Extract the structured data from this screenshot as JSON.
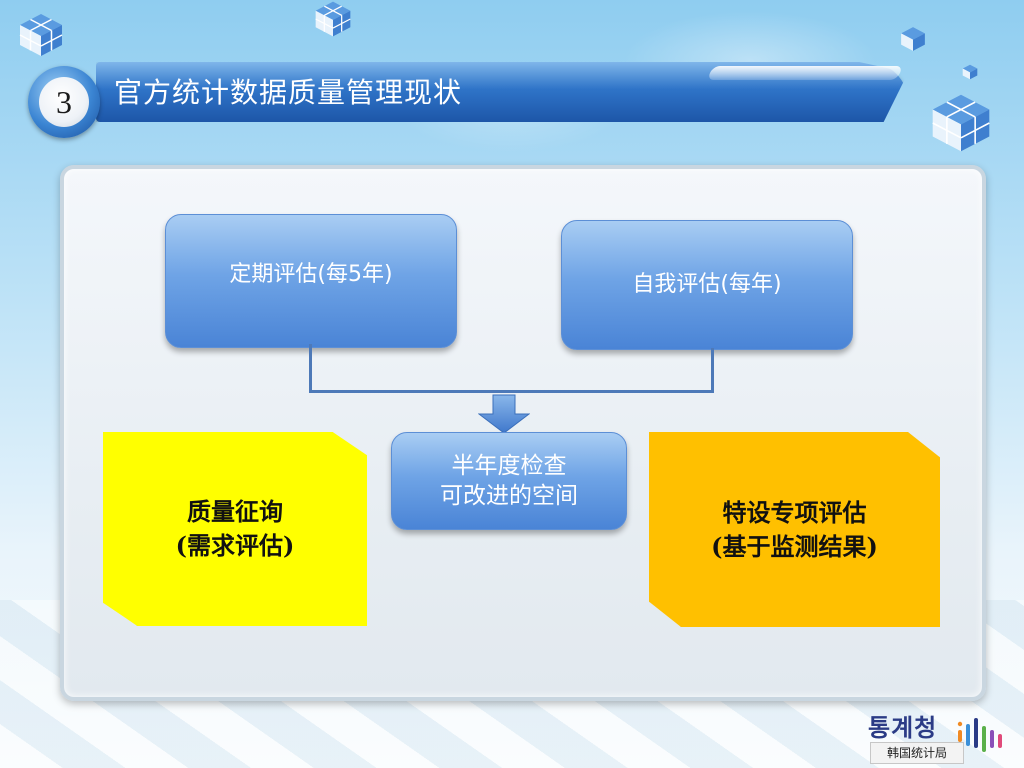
{
  "header": {
    "slide_number": "3",
    "title": "官方统计数据质量管理现状"
  },
  "diagram": {
    "periodic_review": "定期评估(每5年)",
    "self_review": "自我评估(每年)",
    "semiannual": [
      "半年度检查",
      "可改进的空间"
    ],
    "quality_inquiry": [
      "质量征询",
      "(需求评估)"
    ],
    "special_review": [
      "特设专项评估",
      "(基于监测结果)"
    ]
  },
  "logo": {
    "korean_text": "통계청",
    "caption": "韩国统计局"
  },
  "colors": {
    "title_blue": "#2f74c8",
    "box_blue": "#6fa4e6",
    "note_yellow": "#ffff00",
    "note_orange": "#ffc000",
    "connector": "#4d79b8"
  }
}
